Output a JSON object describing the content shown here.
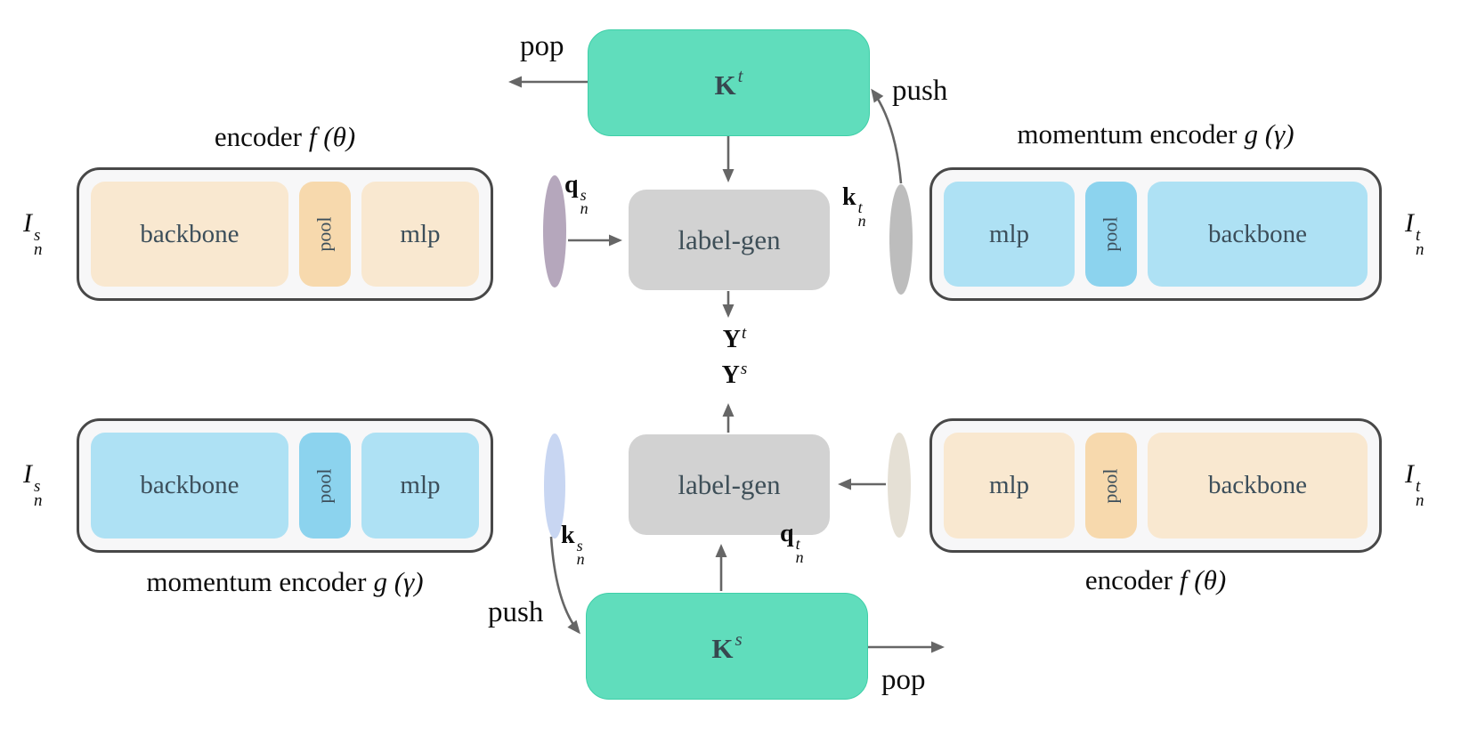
{
  "colors": {
    "queue-green": "#60ddbc",
    "queue-green-border": "#3fcfa8",
    "queue-text": "#37474f",
    "labelgen-gray": "#d2d2d2",
    "labelgen-text": "#3e4f58",
    "warm-block": "#f9e8d0",
    "warm-pool": "#f7d9ad",
    "cool-block": "#aee1f4",
    "cool-pool": "#8cd3ee",
    "container-fill": "#f7f7f8",
    "container-border": "#484848",
    "ellipse-mauve": "#b5a7bc",
    "ellipse-gray": "#bdbdbd",
    "ellipse-periwinkle": "#c8d6f2",
    "ellipse-beige": "#e5e0d5",
    "arrow-gray": "#666666",
    "block-text": "#3c4e5a"
  },
  "queues": {
    "top": {
      "base": "K",
      "sup": "t"
    },
    "bottom": {
      "base": "K",
      "sup": "s"
    }
  },
  "label_gen": {
    "top": "label-gen",
    "bottom": "label-gen"
  },
  "outputs": {
    "y_t": {
      "base": "Y",
      "sup": "t"
    },
    "y_s": {
      "base": "Y",
      "sup": "s"
    }
  },
  "flow_labels": {
    "pop_top": "pop",
    "push_top": "push",
    "push_bottom": "push",
    "pop_bottom": "pop"
  },
  "vectors": {
    "q_s": {
      "base": "q",
      "sup": "s",
      "sub": "n"
    },
    "k_t": {
      "base": "k",
      "sup": "t",
      "sub": "n"
    },
    "k_s": {
      "base": "k",
      "sup": "s",
      "sub": "n"
    },
    "q_t": {
      "base": "q",
      "sup": "t",
      "sub": "n"
    }
  },
  "inputs": {
    "top_left": {
      "base": "I",
      "sup": "s",
      "sub": "n"
    },
    "top_right": {
      "base": "I",
      "sup": "t",
      "sub": "n"
    },
    "bottom_left": {
      "base": "I",
      "sup": "s",
      "sub": "n"
    },
    "bottom_right": {
      "base": "I",
      "sup": "t",
      "sub": "n"
    }
  },
  "encoders": {
    "top_left": {
      "title_text": "encoder",
      "title_math": "f (θ)",
      "blocks": [
        "backbone",
        "pool",
        "mlp"
      ]
    },
    "top_right": {
      "title_text": "momentum encoder",
      "title_math": "g (γ)",
      "blocks": [
        "mlp",
        "pool",
        "backbone"
      ]
    },
    "bottom_left": {
      "title_text": "momentum encoder",
      "title_math": "g (γ)",
      "blocks": [
        "backbone",
        "pool",
        "mlp"
      ]
    },
    "bottom_right": {
      "title_text": "encoder",
      "title_math": "f (θ)",
      "blocks": [
        "mlp",
        "pool",
        "backbone"
      ]
    }
  }
}
